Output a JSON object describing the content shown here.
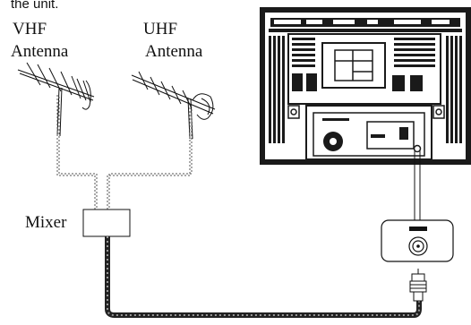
{
  "top_caption": "the unit.",
  "labels": {
    "vhf_line1": "VHF",
    "vhf_line2": "Antenna",
    "uhf_line1": "UHF",
    "uhf_line2": "Antenna",
    "mixer": "Mixer"
  },
  "colors": {
    "ink": "#111111",
    "tv_fill": "#1a1a1a",
    "cable": "#333333",
    "background": "#ffffff"
  },
  "icons": [
    "vhf-antenna-icon",
    "uhf-antenna-icon",
    "mixer-box-icon",
    "tv-rear-panel-icon",
    "antenna-jack-icon",
    "coax-connector-icon"
  ]
}
